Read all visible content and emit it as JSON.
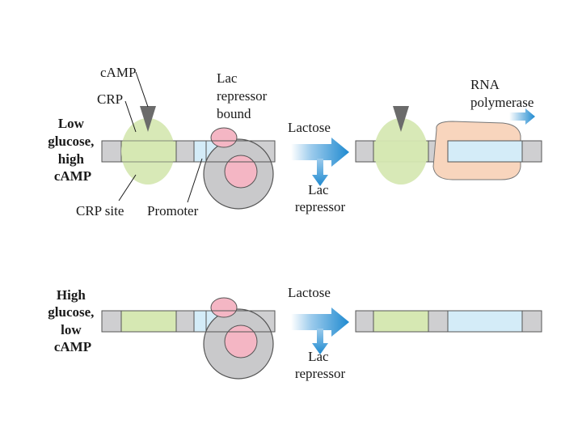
{
  "rows": {
    "top": {
      "condition": [
        "Low",
        "glucose,",
        "high",
        "cAMP"
      ]
    },
    "bottom": {
      "condition": [
        "High",
        "glucose,",
        "low",
        "cAMP"
      ]
    }
  },
  "labels": {
    "camp": "cAMP",
    "crp": "CRP",
    "crp_site": "CRP site",
    "promoter": "Promoter",
    "lac_repressor_bound": [
      "Lac",
      "repressor",
      "bound"
    ],
    "rna_polymerase": [
      "RNA",
      "polymerase"
    ],
    "lactose_top": "Lactose",
    "lac_repressor_top": [
      "Lac",
      "repressor"
    ],
    "lactose_bottom": "Lactose",
    "lac_repressor_bottom": [
      "Lac",
      "repressor"
    ]
  },
  "colors": {
    "dna_gray": "#cfcfd1",
    "crp_green": "#d6e8b3",
    "promoter_blue": "#d4ecf8",
    "repressor_gray": "#c9c9cb",
    "repressor_pink": "#f4b6c4",
    "polymerase_peach": "#f8d5bd",
    "camp_dark": "#6b6b6b",
    "arrow_blue": "#1f8ad0"
  }
}
